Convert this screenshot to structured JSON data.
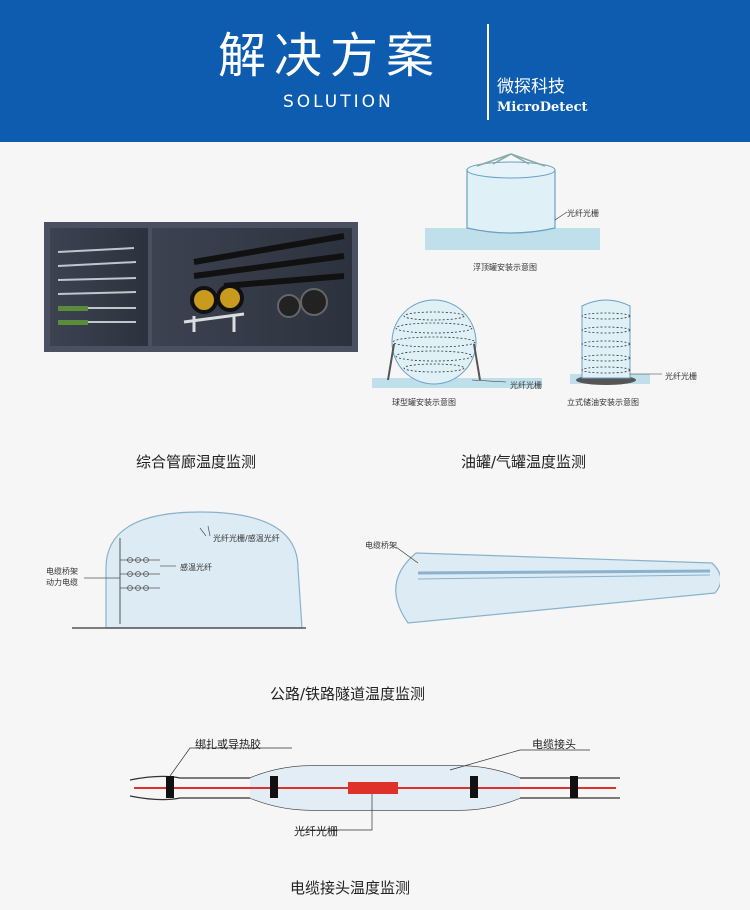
{
  "header": {
    "title": "解决方案",
    "subtitle": "SOLUTION",
    "brand_cn": "微探科技",
    "brand_en": "MicroDetect"
  },
  "tank": {
    "floating_label": "光纤光栅",
    "floating_caption": "浮顶罐安装示意图",
    "sphere_label": "光纤光栅",
    "sphere_caption": "球型罐安装示意图",
    "vertical_label": "光纤光栅",
    "vertical_caption": "立式储油安装示意图",
    "section_caption": "油罐/气罐温度监测"
  },
  "pipe_gallery": {
    "section_caption": "综合管廊温度监测"
  },
  "tunnel": {
    "label_top": "光纤光栅/感温光纤",
    "label_left_1": "电缆桥架",
    "label_left_2": "动力电缆",
    "label_mid": "感温光纤",
    "tray_label": "电缆桥架",
    "section_caption": "公路/铁路隧道温度监测"
  },
  "cable": {
    "label_binding": "绑扎或导热胶",
    "label_joint": "电缆接头",
    "label_fiber": "光纤光栅",
    "section_caption": "电缆接头温度监测"
  }
}
